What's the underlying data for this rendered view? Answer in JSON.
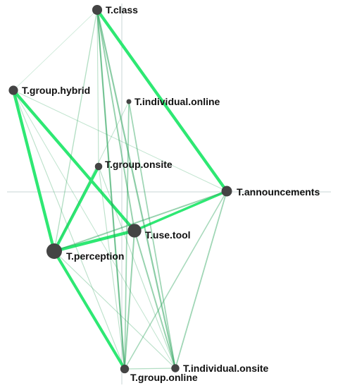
{
  "colors": {
    "background": "#ffffff",
    "node": "#444444",
    "strong_edge": "#2ee873",
    "weak_edge": "#2aa35a",
    "axis": "#c8d6d6",
    "label": "#111111"
  },
  "network": {
    "nodes": [
      {
        "id": "class",
        "label": "T.class",
        "weight": 0.55
      },
      {
        "id": "group_hybrid",
        "label": "T.group.hybrid",
        "weight": 0.5
      },
      {
        "id": "individual_online",
        "label": "T.individual.online",
        "weight": 0.15
      },
      {
        "id": "group_onsite",
        "label": "T.group.onsite",
        "weight": 0.35
      },
      {
        "id": "announcements",
        "label": "T.announcements",
        "weight": 0.6
      },
      {
        "id": "use_tool",
        "label": "T.use.tool",
        "weight": 0.85
      },
      {
        "id": "perception",
        "label": "T.perception",
        "weight": 1.0
      },
      {
        "id": "group_online",
        "label": "T.group.online",
        "weight": 0.45
      },
      {
        "id": "individual_onsite",
        "label": "T.individual.onsite",
        "weight": 0.4
      }
    ],
    "edges": [
      {
        "source": "class",
        "target": "announcements",
        "strength": 0.9
      },
      {
        "source": "group_hybrid",
        "target": "perception",
        "strength": 0.9
      },
      {
        "source": "group_hybrid",
        "target": "use_tool",
        "strength": 0.9
      },
      {
        "source": "perception",
        "target": "group_onsite",
        "strength": 0.85
      },
      {
        "source": "perception",
        "target": "use_tool",
        "strength": 0.95
      },
      {
        "source": "perception",
        "target": "group_online",
        "strength": 0.85
      },
      {
        "source": "use_tool",
        "target": "announcements",
        "strength": 0.7
      },
      {
        "source": "perception",
        "target": "announcements",
        "strength": 0.35
      },
      {
        "source": "class",
        "target": "group_online",
        "strength": 0.4
      },
      {
        "source": "class",
        "target": "individual_onsite",
        "strength": 0.4
      },
      {
        "source": "class",
        "target": "use_tool",
        "strength": 0.35
      },
      {
        "source": "class",
        "target": "perception",
        "strength": 0.2
      },
      {
        "source": "class",
        "target": "group_onsite",
        "strength": 0.15
      },
      {
        "source": "class",
        "target": "group_hybrid",
        "strength": 0.08
      },
      {
        "source": "individual_online",
        "target": "group_online",
        "strength": 0.3
      },
      {
        "source": "individual_online",
        "target": "individual_onsite",
        "strength": 0.3
      },
      {
        "source": "announcements",
        "target": "group_online",
        "strength": 0.25
      },
      {
        "source": "announcements",
        "target": "individual_onsite",
        "strength": 0.3
      },
      {
        "source": "group_hybrid",
        "target": "announcements",
        "strength": 0.12
      },
      {
        "source": "group_hybrid",
        "target": "group_online",
        "strength": 0.15
      },
      {
        "source": "group_hybrid",
        "target": "individual_onsite",
        "strength": 0.12
      },
      {
        "source": "use_tool",
        "target": "group_online",
        "strength": 0.35
      },
      {
        "source": "use_tool",
        "target": "individual_onsite",
        "strength": 0.35
      },
      {
        "source": "group_onsite",
        "target": "individual_onsite",
        "strength": 0.15
      },
      {
        "source": "group_onsite",
        "target": "group_online",
        "strength": 0.15
      },
      {
        "source": "perception",
        "target": "individual_onsite",
        "strength": 0.15
      },
      {
        "source": "group_online",
        "target": "individual_onsite",
        "strength": 0.2
      },
      {
        "source": "perception",
        "target": "individual_online",
        "strength": 0.12
      },
      {
        "source": "group_online",
        "target": "class",
        "strength": 0.18
      }
    ]
  }
}
